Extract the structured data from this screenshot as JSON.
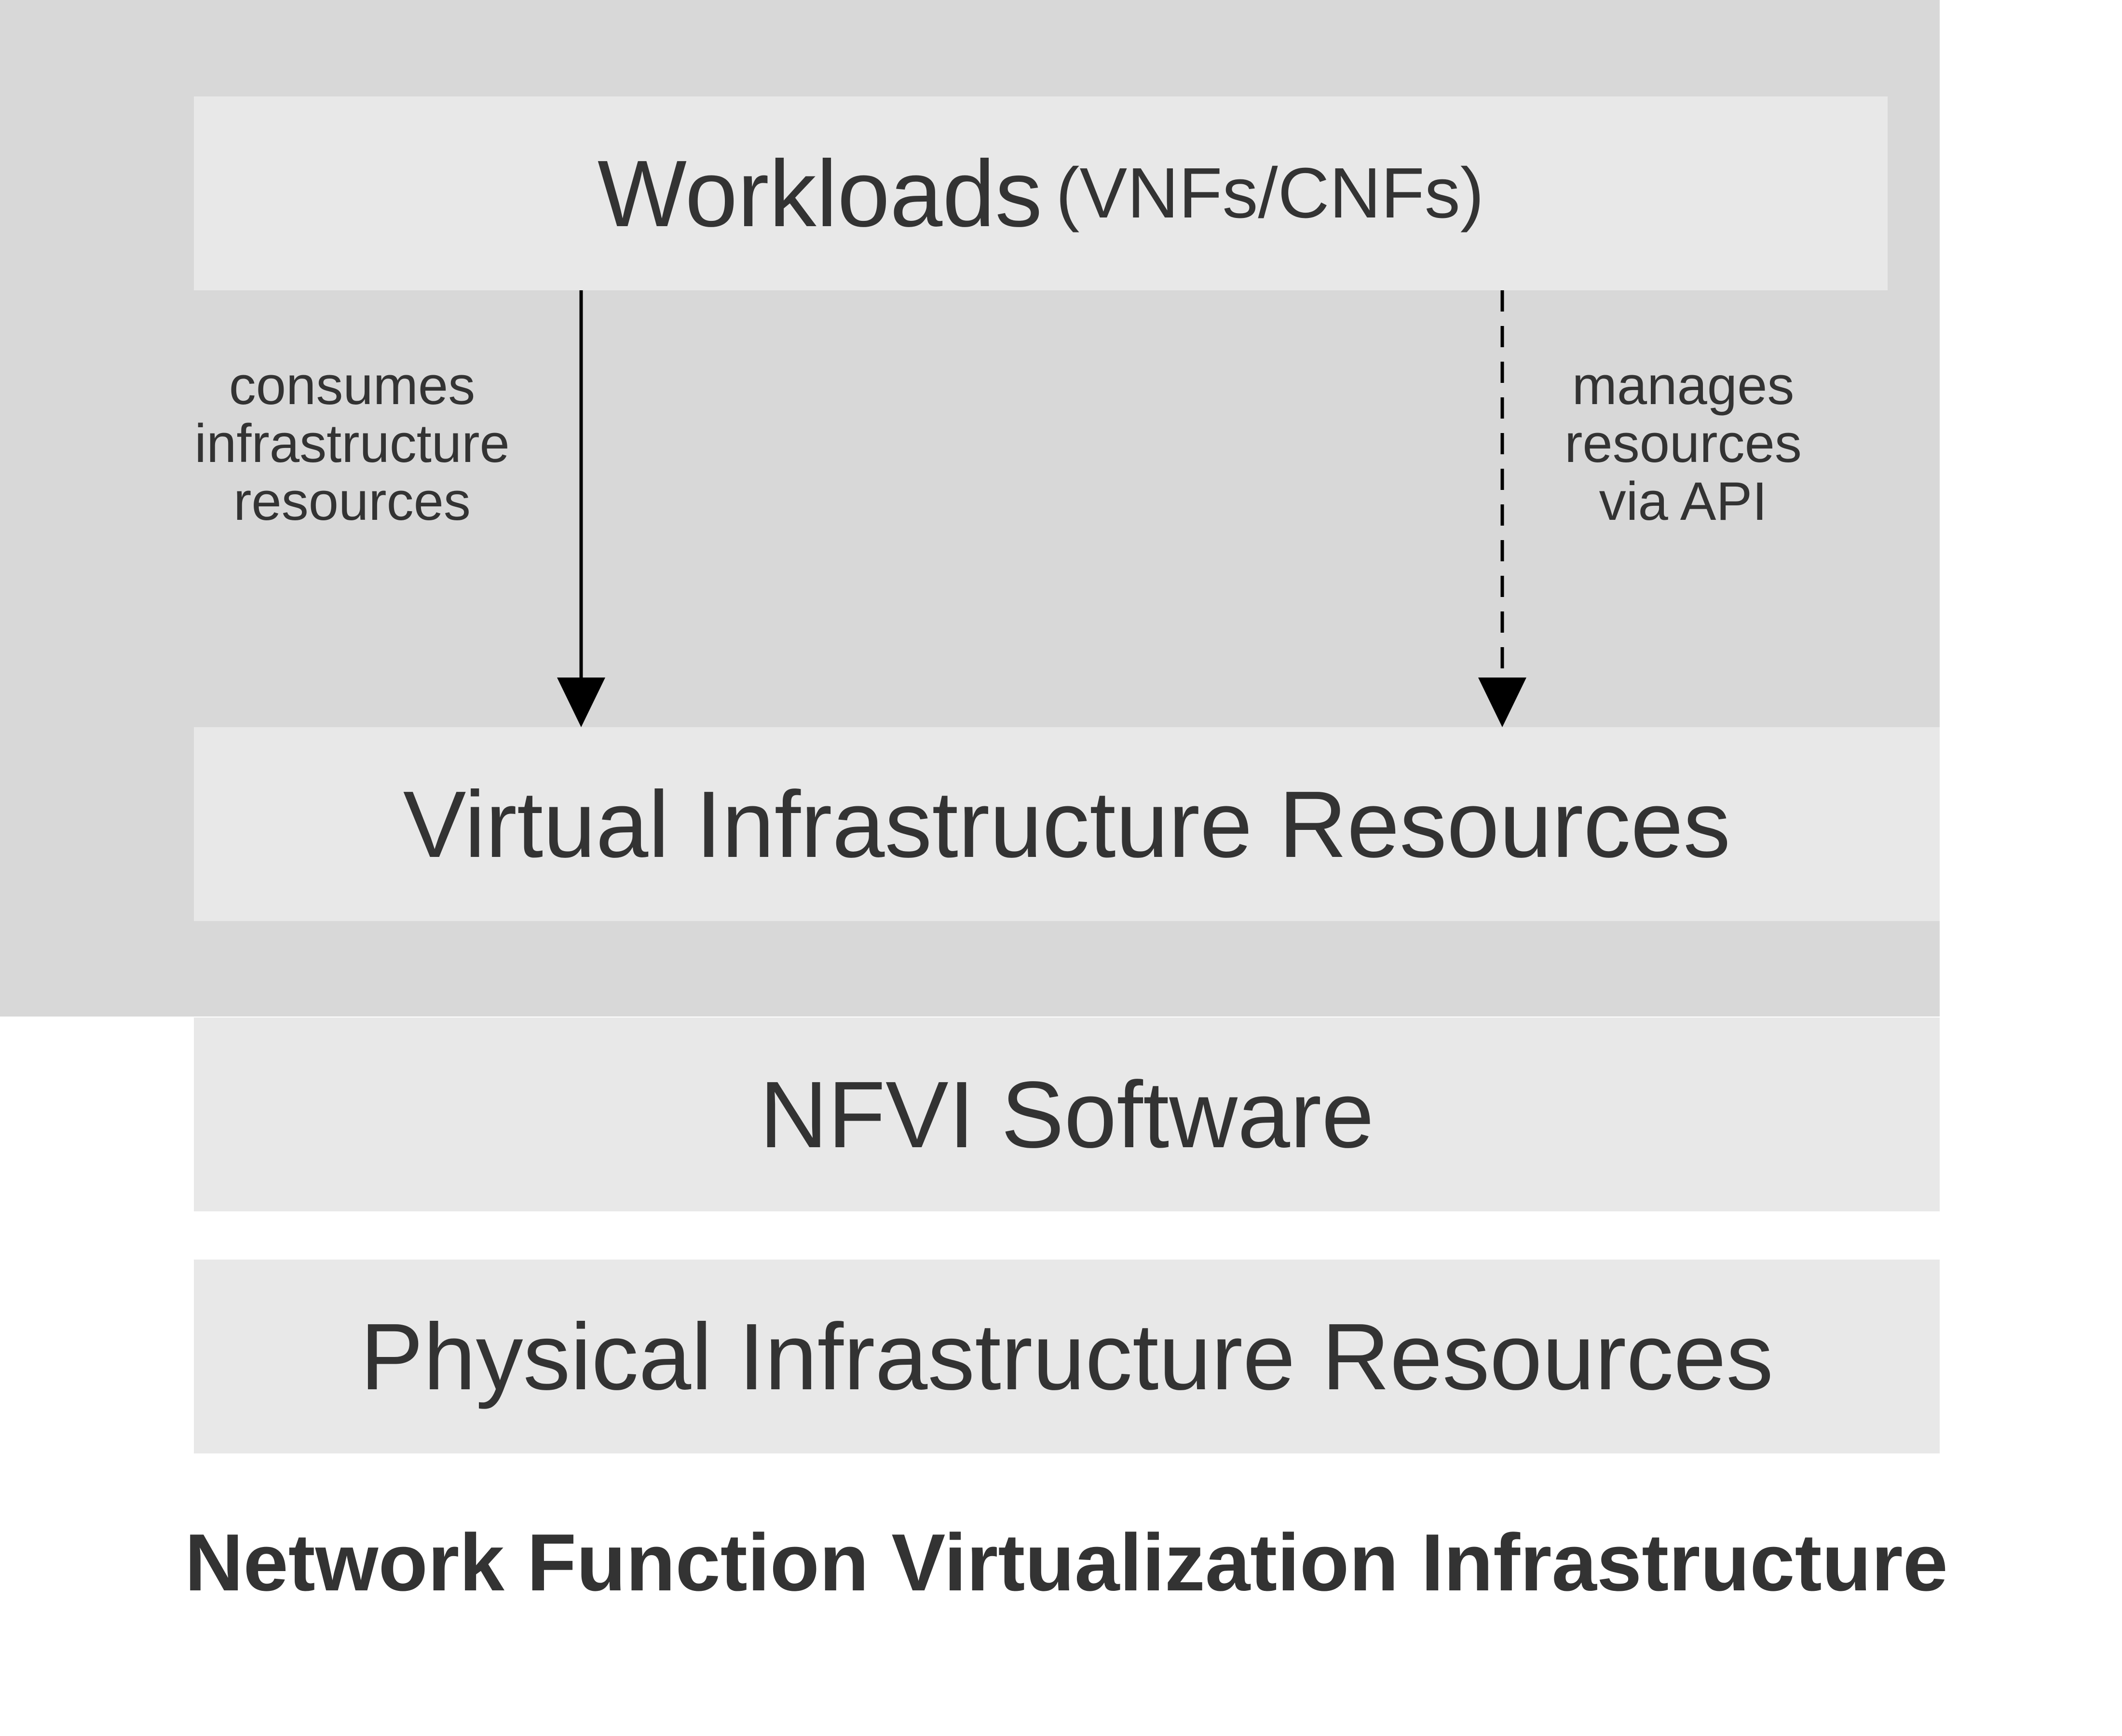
{
  "workloads": {
    "title": "Workloads",
    "subtitle": "(VNFs/CNFs)"
  },
  "edges": {
    "consumes": "consumes\ninfrastructure\nresources",
    "manages": "manages\nresources\nvia API"
  },
  "nfvi": {
    "layers": [
      "Virtual Infrastructure Resources",
      "NFVI Software",
      "Physical Infrastructure Resources"
    ],
    "title": "Network Function Virtualization Infrastructure"
  },
  "colors": {
    "outer": "#d8d8d8",
    "inner": "#e8e8e8",
    "text": "#333333",
    "arrow": "#000000"
  }
}
